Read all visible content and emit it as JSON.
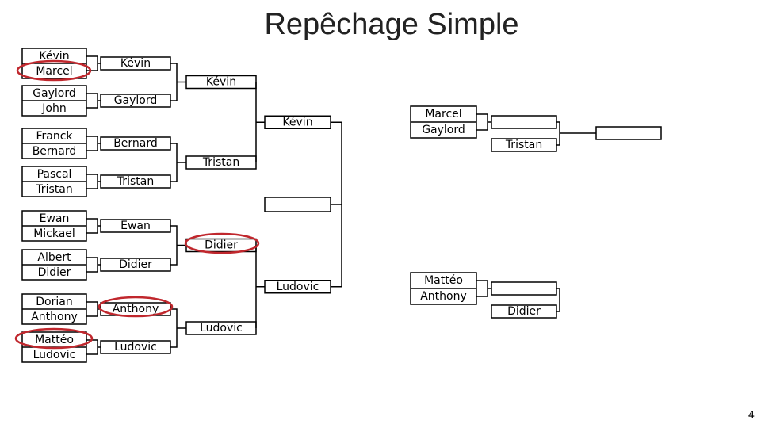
{
  "title": "Repêchage Simple",
  "page_number": "4",
  "colors": {
    "lines": "#000000",
    "highlight": "#c0272d"
  },
  "round1": [
    [
      "Kévin",
      "Marcel"
    ],
    [
      "Gaylord",
      "John"
    ],
    [
      "Franck",
      "Bernard"
    ],
    [
      "Pascal",
      "Tristan"
    ],
    [
      "Ewan",
      "Mickael"
    ],
    [
      "Albert",
      "Didier"
    ],
    [
      "Dorian",
      "Anthony"
    ],
    [
      "Mattéo",
      "Ludovic"
    ]
  ],
  "round2": [
    "Kévin",
    "Gaylord",
    "Bernard",
    "Tristan",
    "Ewan",
    "Didier",
    "Anthony",
    "Ludovic"
  ],
  "round3": [
    "Kévin",
    "Tristan",
    "Didier",
    "Ludovic"
  ],
  "semifinal": [
    "Kévin",
    "Ludovic"
  ],
  "final": [
    ""
  ],
  "repechage": [
    {
      "pair": [
        "Marcel",
        "Gaylord"
      ],
      "result": "Tristan",
      "final": ""
    },
    {
      "pair": [
        "Mattéo",
        "Anthony"
      ],
      "result": "Didier"
    }
  ],
  "highlighted": [
    "Marcel",
    "Mattéo",
    "Anthony"
  ]
}
